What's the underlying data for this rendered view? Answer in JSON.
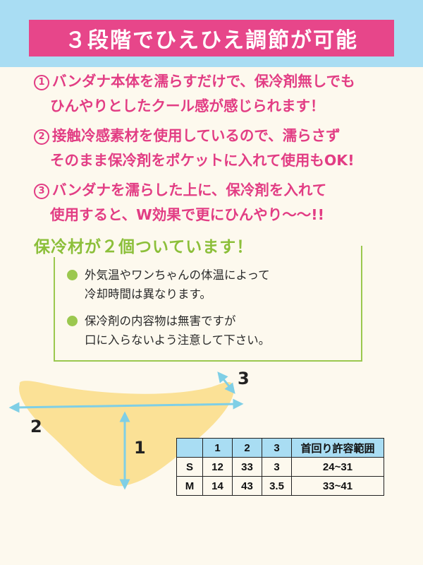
{
  "title": "３段階でひえひえ調節が可能",
  "points": [
    {
      "num": "1",
      "line1": "バンダナ本体を濡らすだけで、保冷剤無しでも",
      "line2": "ひんやりとしたクール感が感じられます！"
    },
    {
      "num": "2",
      "line1": "接触冷感素材を使用しているので、濡らさず",
      "line2": "そのまま保冷剤をポケットに入れて使用もOK!"
    },
    {
      "num": "3",
      "line1": "バンダナを濡らした上に、保冷剤を入れて",
      "line2": "使用すると、W効果で更にひんやり〜〜!!"
    }
  ],
  "note": {
    "title": "保冷材が２個ついています！",
    "items": [
      {
        "line1": "外気温やワンちゃんの体温によって",
        "line2": "冷却時間は異なります。"
      },
      {
        "line1": "保冷剤の内容物は無害ですが",
        "line2": "口に入らないよう注意して下さい。"
      }
    ]
  },
  "diagram": {
    "label_1": "1",
    "label_2": "2",
    "label_3": "3"
  },
  "size_table": {
    "headers": [
      "",
      "1",
      "2",
      "3",
      "首回り許容範囲"
    ],
    "rows": [
      [
        "S",
        "12",
        "33",
        "3",
        "24~31"
      ],
      [
        "M",
        "14",
        "43",
        "3.5",
        "33~41"
      ]
    ]
  },
  "colors": {
    "pink": "#e7468a",
    "sky": "#a9ddf3",
    "green": "#9bc84f",
    "bandana": "#fbe196",
    "arrow": "#7fcfe6"
  }
}
